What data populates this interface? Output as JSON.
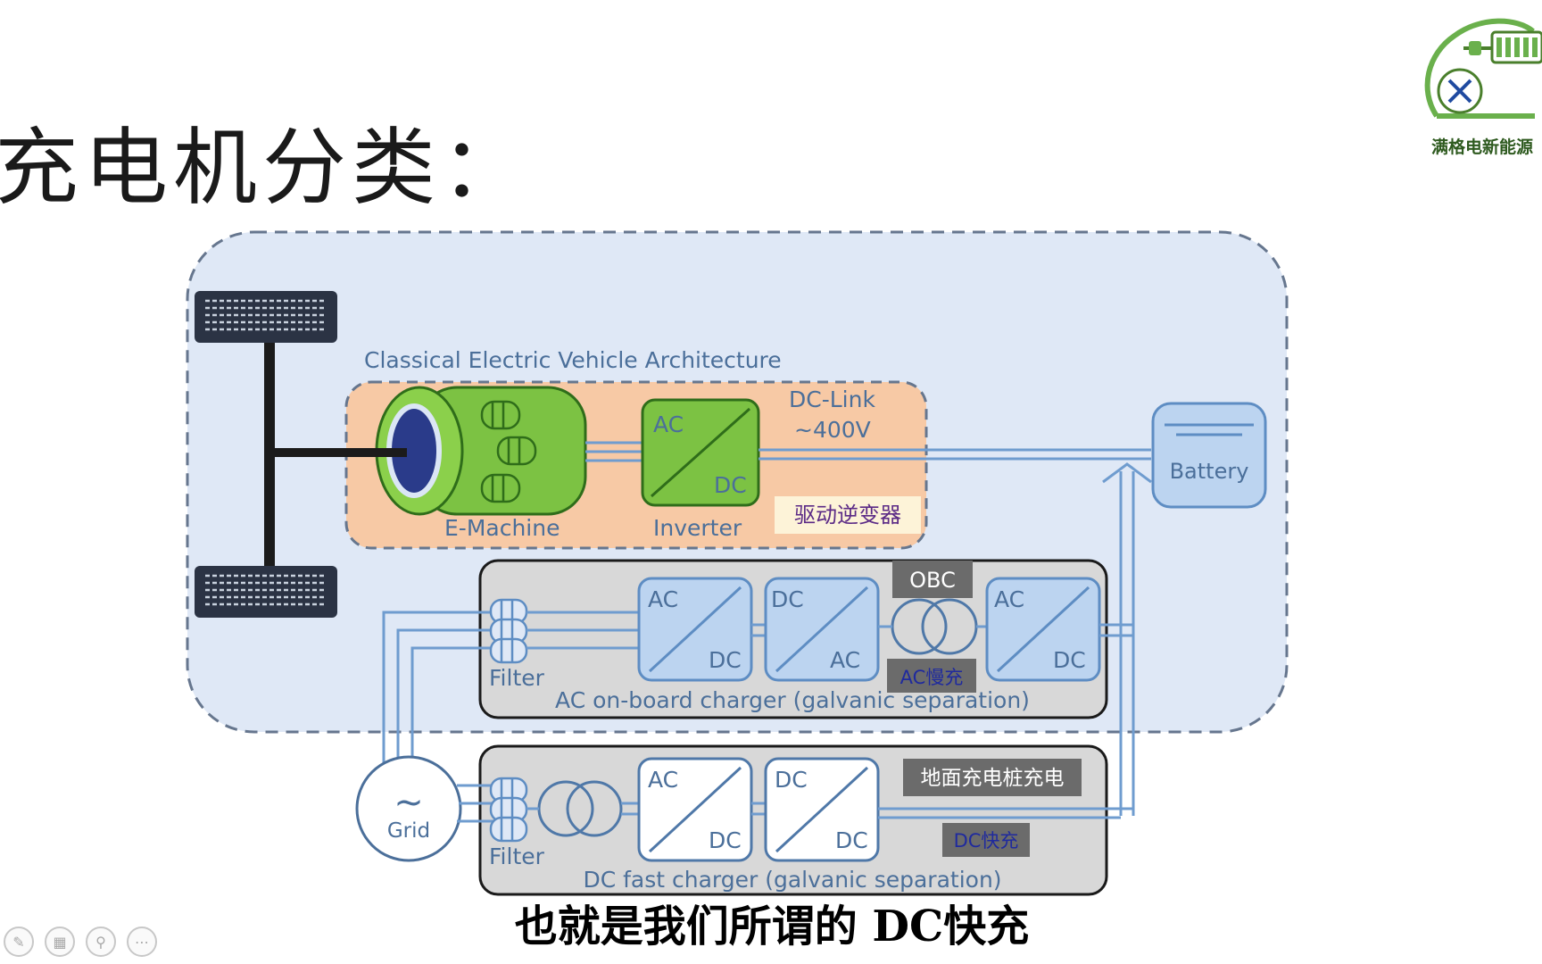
{
  "slide": {
    "title": "充电机分类：",
    "subtitle": "也就是我们所谓的 DC快充"
  },
  "logo": {
    "text": "满格电新能源",
    "color": "#6ab04c"
  },
  "diagram": {
    "architecture_label": "Classical Electric Vehicle Architecture",
    "dc_link_label": "DC-Link",
    "dc_link_voltage": "~400V",
    "battery_label": "Battery",
    "emachine_label": "E-Machine",
    "inverter_label": "Inverter",
    "inverter_ac": "AC",
    "inverter_dc": "DC",
    "drive_inverter_note": "驱动逆变器",
    "obc_tag": "OBC",
    "ac_slow_tag": "AC慢充",
    "ground_charger_tag": "地面充电桩充电",
    "dc_fast_tag": "DC快充",
    "filter_label": "Filter",
    "grid_symbol": "~",
    "grid_label": "Grid",
    "ac_charger_label": "AC on-board charger (galvanic separation)",
    "dc_charger_label": "DC fast charger (galvanic separation)",
    "obc_converters": [
      {
        "top": "AC",
        "bottom": "DC"
      },
      {
        "top": "DC",
        "bottom": "AC"
      },
      {
        "top": "AC",
        "bottom": "DC"
      }
    ],
    "dc_converters": [
      {
        "top": "AC",
        "bottom": "DC"
      },
      {
        "top": "DC",
        "bottom": "DC"
      }
    ],
    "colors": {
      "vehicle_fill": "#dfe8f6",
      "drive_fill": "#f7c9a5",
      "emachine_green": "#7cc243",
      "charger_fill": "#d8d8d8",
      "converter_blue": "#bcd4f0",
      "wire_blue": "#6f9ccf",
      "tag_gray": "#6b6b6b"
    }
  }
}
